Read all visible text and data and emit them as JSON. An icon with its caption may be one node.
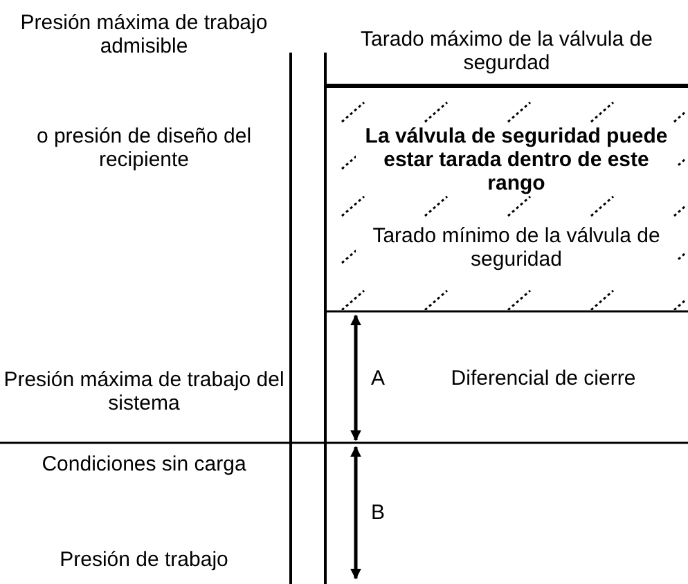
{
  "diagram": {
    "nodes": [
      {
        "text": [
          "La válvula de seguridad puede estar tarada dentro de este rango",
          "Tarado mínimo de la válvula de seguridad"
        ]
      }
    ],
    "labels": [
      "Presión máxima de trabajo admisible",
      "Tarado máximo de la válvula de segurdad",
      "o presión de diseño del recipiente",
      "Presión máxima de trabajo del sistema",
      "A",
      "Diferencial de cierre",
      "Condiciones sin carga",
      "B",
      "Presión de trabajo"
    ]
  }
}
